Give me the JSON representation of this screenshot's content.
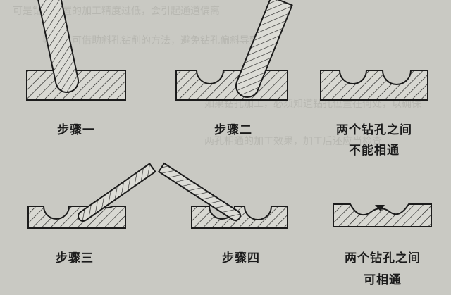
{
  "labels": {
    "step1": "步骤一",
    "step2": "步骤二",
    "result_top_line1": "两个钻孔之间",
    "result_top_line2": "不能相通",
    "step3": "步骤三",
    "step4": "步骤四",
    "result_bottom_line1": "两个钻孔之间",
    "result_bottom_line2": "可相通"
  },
  "background_text": [
    "可是钻孔位置的加工精度过低，会引起通道偏离",
    "要求，可借助斜孔钻削的方法，避免钻孔偏斜导致",
    "如果钻孔加工，必须知道钻孔位置在何处，以确保",
    "两孔相通的加工效果，加工后还应当检查"
  ],
  "colors": {
    "background": "#c9c9c3",
    "ink": "#1b1b1b",
    "hatch_fill": "#d8d8d2",
    "faint_text": "#aaaaa3"
  }
}
